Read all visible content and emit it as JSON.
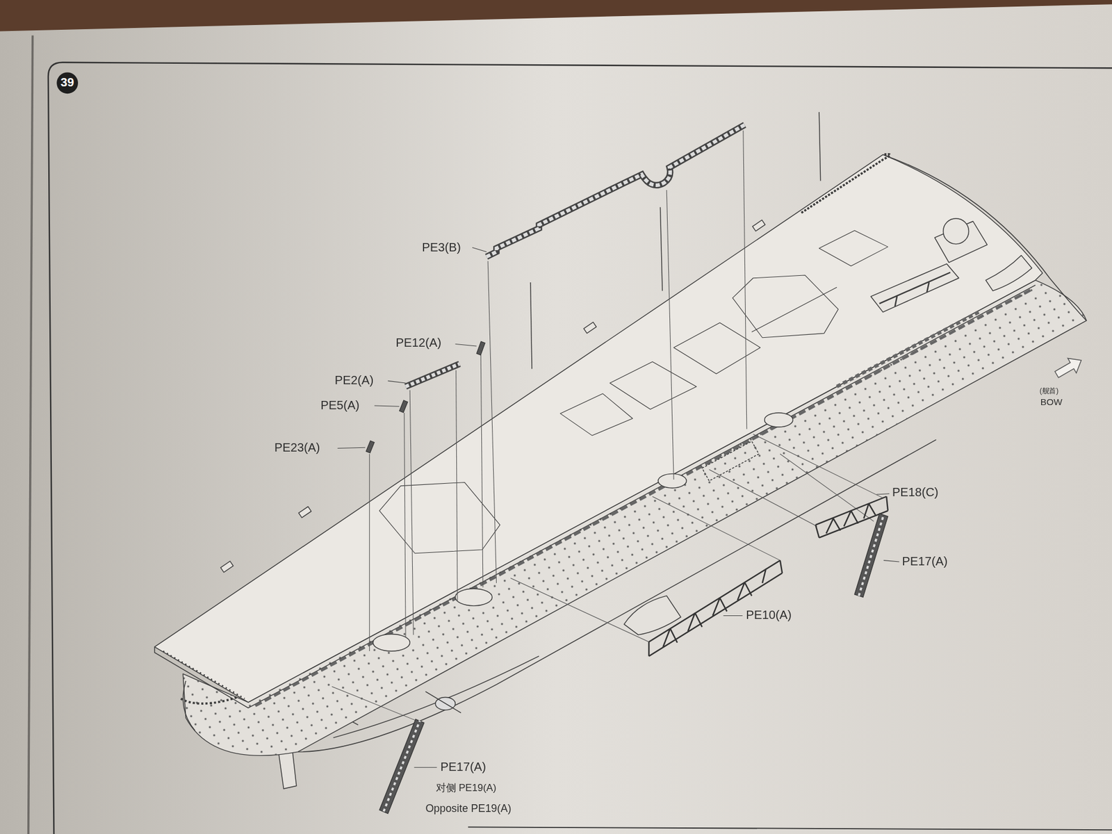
{
  "diagram": {
    "nodes": [
      {
        "text": [
          "39"
        ]
      }
    ],
    "labels": [
      "PE3(B)",
      "PE12(A)",
      "PE2(A)",
      "PE5(A)",
      "PE23(A)",
      "PE18(C)",
      "PE17(A)",
      "PE10(A)",
      "(舰首)",
      "BOW",
      "PE17(A)",
      "对侧 PE19(A)",
      "Opposite PE19(A)"
    ]
  }
}
